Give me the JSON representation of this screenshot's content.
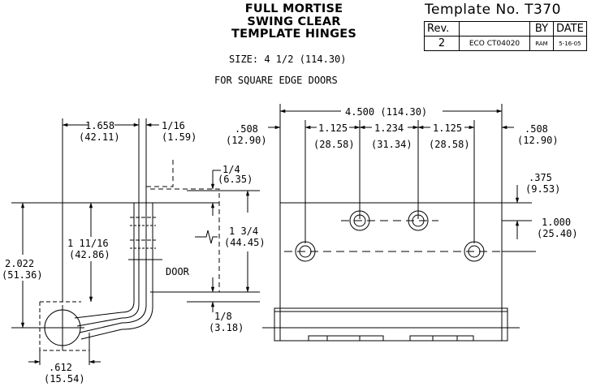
{
  "title": {
    "line1": "FULL MORTISE",
    "line2": "SWING CLEAR",
    "line3": "TEMPLATE HINGES"
  },
  "size_text": "SIZE:  4 1/2 (114.30)",
  "doors_text": "FOR SQUARE EDGE DOORS",
  "template_no": "Template No. T370",
  "rev_table": {
    "h_rev": "Rev.",
    "h_by": "BY",
    "h_date": "DATE",
    "rev": "2",
    "desc": "ECO CT04020",
    "by": "RAM",
    "date": "5-16-05"
  },
  "dims": {
    "d1658": "1.658",
    "d1658m": "(42.11)",
    "d116": "1/16",
    "d116m": "(1.59)",
    "d14": "1/4",
    "d14m": "(6.35)",
    "d1116": "1 11/16",
    "d1116m": "(42.86)",
    "d134": "1 3/4",
    "d134m": "(44.45)",
    "d2022": "2.022",
    "d2022m": "(51.36)",
    "door": "DOOR",
    "d18": "1/8",
    "d18m": "(3.18)",
    "d612": ".612",
    "d612m": "(15.54)",
    "d4500": "4.500  (114.30)",
    "d508a": ".508",
    "d508am": "(12.90)",
    "d1125a": "1.125",
    "d1125am": "(28.58)",
    "d1234": "1.234",
    "d1234m": "(31.34)",
    "d1125b": "1.125",
    "d1125bm": "(28.58)",
    "d508b": ".508",
    "d508bm": "(12.90)",
    "d375": ".375",
    "d375m": "(9.53)",
    "d1000": "1.000",
    "d1000m": "(25.40)"
  }
}
